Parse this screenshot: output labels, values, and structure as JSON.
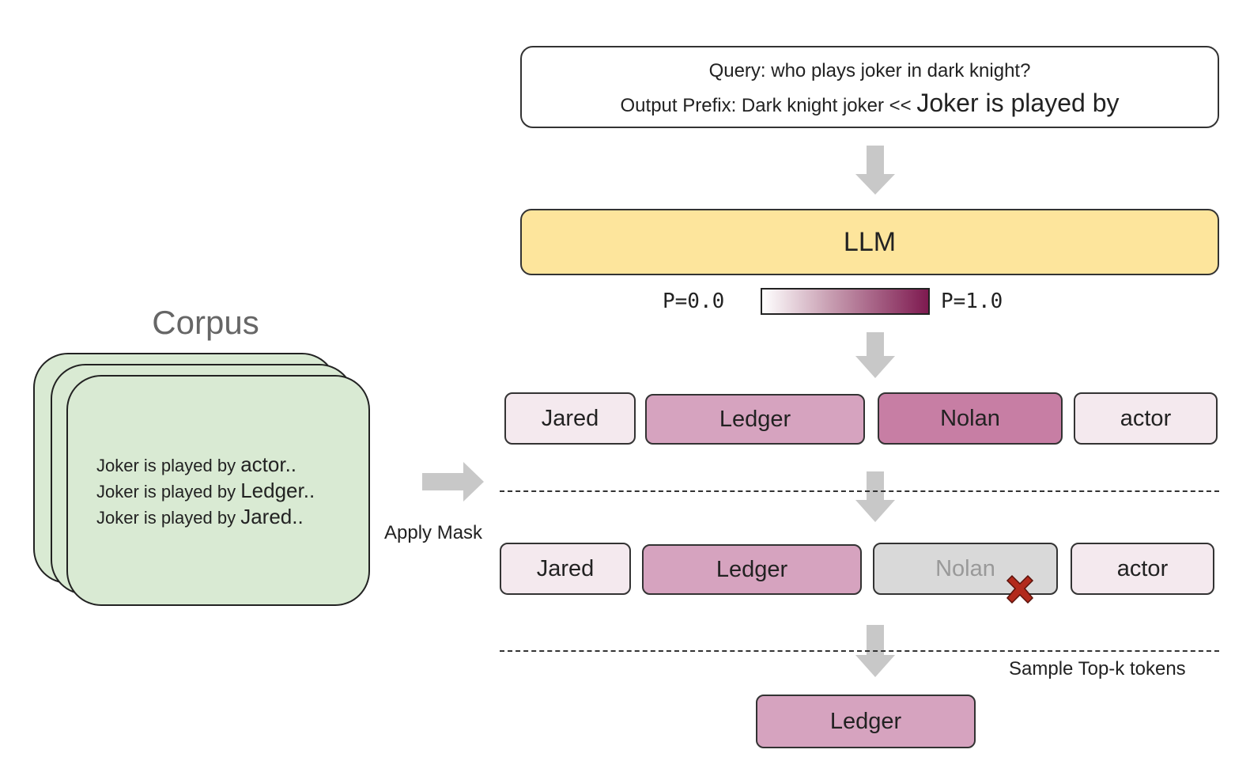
{
  "query": {
    "query_text": "Query: who plays joker in dark knight?",
    "prefix_text": "Output Prefix: Dark knight joker <<",
    "prefix_continuation": "Joker is played by"
  },
  "llm": {
    "label": "LLM"
  },
  "probability_scale": {
    "min_label": "P=0.0",
    "max_label": "P=1.0",
    "colors": {
      "low": "#ffffff",
      "high": "#7e1a50"
    }
  },
  "corpus": {
    "title": "Corpus",
    "lines": [
      {
        "prefix": "Joker is played by",
        "token": "actor.."
      },
      {
        "prefix": "Joker is played by",
        "token": "Ledger.."
      },
      {
        "prefix": "Joker is played by",
        "token": "Jared.."
      }
    ]
  },
  "apply_mask_label": "Apply Mask",
  "sample_label": "Sample Top-k tokens",
  "tokens_before_mask": [
    {
      "text": "Jared",
      "probability_level": "low"
    },
    {
      "text": "Ledger",
      "probability_level": "medium"
    },
    {
      "text": "Nolan",
      "probability_level": "high"
    },
    {
      "text": "actor",
      "probability_level": "low"
    }
  ],
  "tokens_after_mask": [
    {
      "text": "Jared",
      "masked": false
    },
    {
      "text": "Ledger",
      "masked": false
    },
    {
      "text": "Nolan",
      "masked": true
    },
    {
      "text": "actor",
      "masked": false
    }
  ],
  "selected_token": {
    "text": "Ledger"
  },
  "colors": {
    "llm_fill": "#fde59c",
    "corpus_fill": "#d9ead3",
    "token_low": "#f4e9ee",
    "token_medium": "#d6a3bf",
    "token_high": "#c77ea4",
    "token_masked": "#d9d9d9",
    "mask_cross": "#b22a1c",
    "arrow": "#c8c8c8"
  },
  "icons": {
    "arrow": "down-arrow-icon",
    "mask": "cross-mark-icon"
  }
}
